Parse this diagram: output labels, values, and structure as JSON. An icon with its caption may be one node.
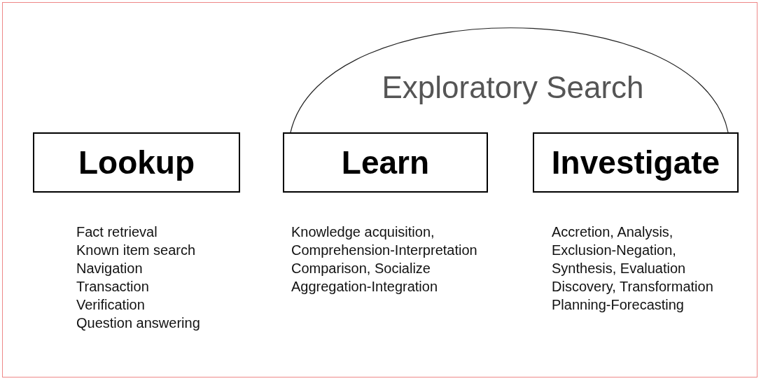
{
  "diagram": {
    "nodes": [
      {
        "text": [
          "Lookup"
        ],
        "beside": [
          "Fact retrieval",
          "Known item search",
          "Navigation",
          "Transaction",
          "Verification",
          "Question answering"
        ]
      },
      {
        "text": [
          "Learn"
        ],
        "beside": [
          "Knowledge acquisition,",
          "Comprehension-Interpretation",
          "Comparison, Socialize",
          "Aggregation-Integration"
        ]
      },
      {
        "text": [
          "Investigate"
        ],
        "beside": [
          "Accretion, Analysis,",
          "Exclusion-Negation,",
          "Synthesis, Evaluation",
          "Discovery, Transformation",
          "Planning-Forecasting"
        ]
      }
    ],
    "edges": [
      {
        "from": 1,
        "to": 2,
        "arrow": "none",
        "label": "Exploratory Search"
      }
    ]
  }
}
